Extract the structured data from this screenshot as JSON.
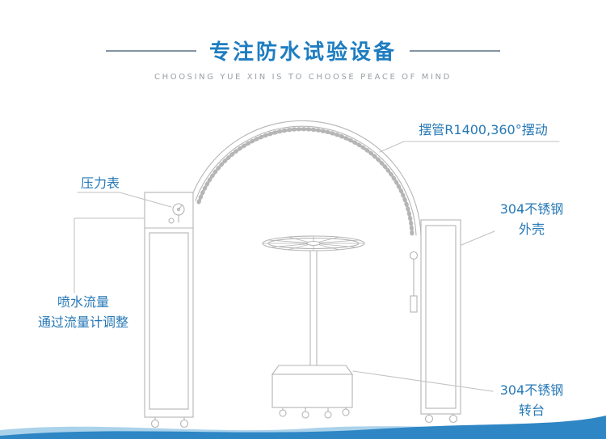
{
  "header": {
    "title": "专注防水试验设备",
    "subtitle": "CHOOSING YUE XIN IS TO CHOOSE PEACE OF MIND"
  },
  "labels": {
    "swing_pipe": "摆管R1400,360°摆动",
    "pressure_gauge": "压力表",
    "spray_flow_line1": "喷水流量",
    "spray_flow_line2": "通过流量计调整",
    "housing_line1": "304不锈钢",
    "housing_line2": "外壳",
    "turntable_line1": "304不锈钢",
    "turntable_line2": "转台"
  },
  "colors": {
    "title_blue": "#1e7dc0",
    "label_blue": "#2678b6",
    "subtitle_gray": "#9aa0a6",
    "drawing_line_gray": "#b5b5b5",
    "wave_dark_blue": "#2e86c4",
    "wave_light_blue": "#8fc3e4"
  }
}
